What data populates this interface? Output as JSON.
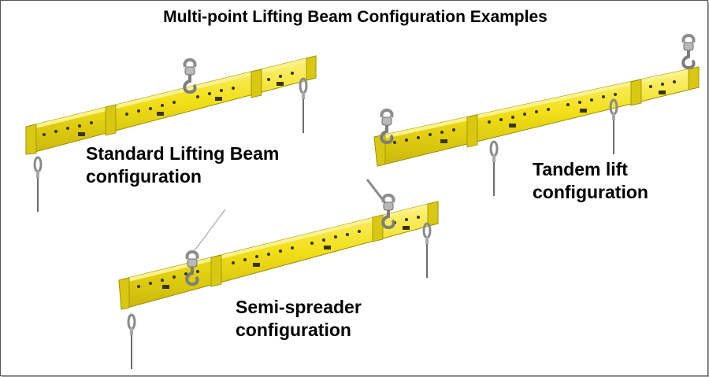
{
  "title": "Multi-point Lifting Beam Configuration Examples",
  "labels": {
    "standard_line1": "Standard Lifting Beam",
    "standard_line2": "configuration",
    "tandem_line1": "Tandem lift",
    "tandem_line2": "configuration",
    "semi_line1": "Semi-spreader",
    "semi_line2": "configuration"
  },
  "colors": {
    "beam_yellow": "#F2E018",
    "beam_shade": "#C9B70A",
    "beam_light": "#FBF38A",
    "hole": "#3A3400",
    "hardware": "#9A9A9A"
  },
  "icons": [
    "shackle-hook-icon",
    "sling-icon"
  ]
}
